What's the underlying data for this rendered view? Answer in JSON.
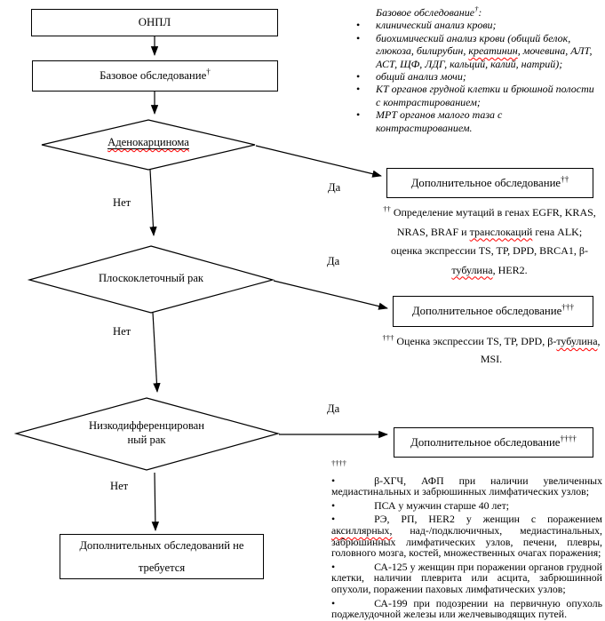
{
  "colors": {
    "line": "#000000",
    "squiggle": "#ff0000",
    "background": "#ffffff"
  },
  "flowchart": {
    "start_label": "ОНПЛ",
    "base_label": "Базовое обследование",
    "base_sup": "†",
    "d1_label": "Аденокарцинома",
    "d2_label": "Плоскоклеточный рак",
    "d3_line1": "Низкодифференцирован",
    "d3_line2": "ный рак",
    "add1_label": "Дополнительное обследование",
    "add1_sup": "††",
    "add2_label": "Дополнительное обследование",
    "add2_sup": "†††",
    "add3_label": "Дополнительное обследование",
    "add3_sup": "††††",
    "noexam_label": "Дополнительных обследований не требуется",
    "yes1": "Да",
    "yes2": "Да",
    "yes3": "Да",
    "no1": "Нет",
    "no2": "Нет",
    "no3": "Нет"
  },
  "base_note": {
    "title": "Базовое обследование",
    "title_sup": "†",
    "title_tail": ":",
    "item1": "клинический анализ крови;",
    "item2_pre": "биохимический анализ крови (общий белок, глюкоза, билирубин, ",
    "item2_misspelled": "креатинин",
    "item2_post": ", мочевина, АЛТ, АСТ, ЩФ, ЛДГ, кальций, калий, натрий);",
    "item3": "общий анализ мочи;",
    "item4": "КТ органов грудной клетки и брюшной полости с контрастированием;",
    "item5": "МРТ органов малого таза с контрастированием."
  },
  "note2": {
    "sup": "††",
    "pre": " Определение мутаций в генах EGFR, KRAS, NRAS, BRAF и ",
    "misspelled1": "транслокаций",
    "mid": " гена ALK; оценка экспрессии TS, TP, DPD, BRCA1, β-",
    "misspelled2": "тубулина",
    "tail": ", HER2."
  },
  "note3": {
    "sup": "†††",
    "pre": " Оценка экспрессии TS, TP, DPD, β-",
    "misspelled": "тубулина",
    "tail": ", MSI."
  },
  "note4": {
    "sup": "††††",
    "bullet": "•",
    "item1": "β-ХГЧ, АФП при наличии увеличенных медиастинальных и забрюшинных лимфатических узлов;",
    "item2": "ПСА у мужчин старше 40 лет;",
    "item3_pre": "РЭ, РП, HER2 у женщин с поражением ",
    "item3_misspelled": "аксиллярных,",
    "item3_post": " над-/подключичных, медиастинальных, забрюшинных лимфатических узлов, печени, плевры, головного мозга, костей, множественных очагах поражения;",
    "item4": "СА-125 у женщин при поражении органов грудной клетки, наличии плеврита или асцита, забрюшинной опухоли, поражении паховых лимфатических узлов;",
    "item5": "СА-199 при подозрении на первичную опухоль поджелудочной железы или желчевыводящих путей."
  }
}
